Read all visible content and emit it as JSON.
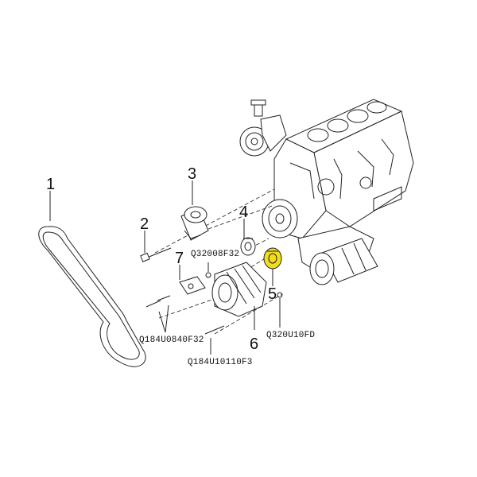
{
  "labels": {
    "n1": "1",
    "n2": "2",
    "n3": "3",
    "n4": "4",
    "n5": "5",
    "n6": "6",
    "n7": "7"
  },
  "codes": {
    "c1": "Q32008F32",
    "c2": "Q184U0840F32",
    "c3": "Q320U10FD",
    "c4": "Q184U10110F3"
  },
  "colors": {
    "highlight": "#f2dc1e",
    "line": "#222222"
  }
}
